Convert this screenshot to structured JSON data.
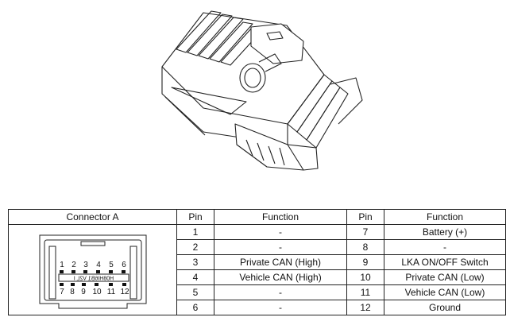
{
  "table": {
    "headers": {
      "connector": "Connector A",
      "pin_left": "Pin",
      "function_left": "Function",
      "pin_right": "Pin",
      "function_right": "Function"
    },
    "rows": [
      {
        "pin_left": "1",
        "function_left": "-",
        "pin_right": "7",
        "function_right": "Battery (+)"
      },
      {
        "pin_left": "2",
        "function_left": "-",
        "pin_right": "8",
        "function_right": "-"
      },
      {
        "pin_left": "3",
        "function_left": "Private CAN (High)",
        "pin_right": "9",
        "function_right": "LKA ON/OFF Switch"
      },
      {
        "pin_left": "4",
        "function_left": "Vehicle CAN (High)",
        "pin_right": "10",
        "function_right": "Private CAN (Low)"
      },
      {
        "pin_left": "5",
        "function_left": "-",
        "pin_right": "11",
        "function_right": "Vehicle CAN (Low)"
      },
      {
        "pin_left": "6",
        "function_left": "-",
        "pin_right": "12",
        "function_right": "Ground"
      }
    ]
  },
  "connector": {
    "top_pin_numbers": [
      "1",
      "2",
      "3",
      "4",
      "5",
      "6"
    ],
    "bottom_pin_numbers": [
      "7",
      "8",
      "9",
      "10",
      "11",
      "12"
    ],
    "mirrored_label": "H08HI6B1 V2L I"
  }
}
